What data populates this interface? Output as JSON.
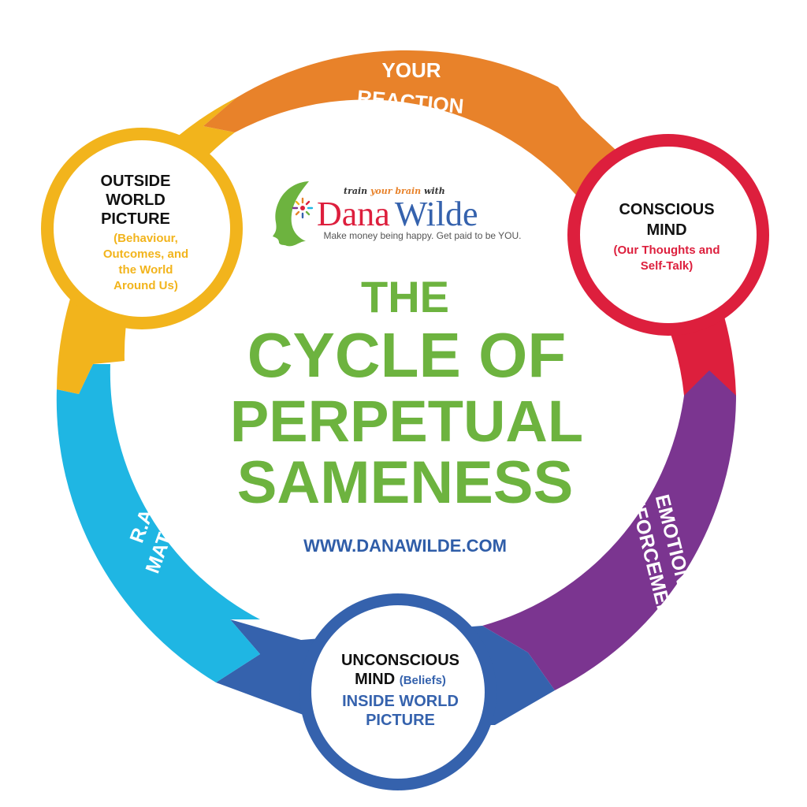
{
  "logo": {
    "line1_train": "train ",
    "line1_your_brain": "your brain",
    "line1_with": " with",
    "name_first": "Dana",
    "name_last": "Wilde",
    "tagline": "Make money being happy. Get paid to be YOU."
  },
  "title": {
    "line1": "THE",
    "line2": "CYCLE OF",
    "line3": "PERPETUAL",
    "line4": "SAMENESS"
  },
  "website": "WWW.DANAWILDE.COM",
  "segments": {
    "your_reaction": {
      "line1": "YOUR",
      "line2": "REACTION"
    },
    "emotion_reinforcement": {
      "line1": "EMOTION",
      "line2": "REINFORCEMENT"
    },
    "ras_matching": {
      "line1": "R.A.S.",
      "line2": "MATCHING"
    }
  },
  "nodes": {
    "conscious_mind": {
      "line1": "CONSCIOUS",
      "line2": "MIND",
      "sub1": "(Our Thoughts and",
      "sub2": "Self-Talk)"
    },
    "outside_world": {
      "line1": "OUTSIDE",
      "line2": "WORLD",
      "line3": "PICTURE",
      "sub1": "(Behaviour,",
      "sub2": "Outcomes, and",
      "sub3": "the World",
      "sub4": "Around Us)"
    },
    "unconscious_mind": {
      "line1": "UNCONSCIOUS",
      "line2": "MIND",
      "line2_sub": "(Beliefs)",
      "line3": "INSIDE WORLD",
      "line4": "PICTURE"
    }
  },
  "colors": {
    "orange": "#E8822A",
    "red": "#DD1F3D",
    "purple": "#7B3590",
    "blue": "#3562AD",
    "cyan": "#1FB6E3",
    "yellow": "#F2B41C",
    "green": "#6DB33F",
    "site_blue": "#2F5DA8"
  }
}
